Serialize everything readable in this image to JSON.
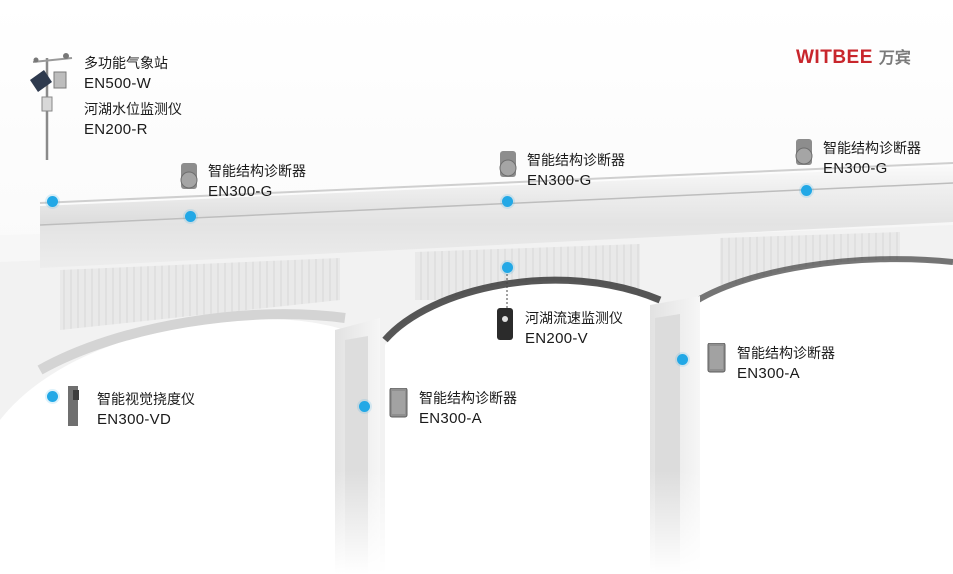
{
  "brand": {
    "logo_text": "WITBEE",
    "logo_cn": "万宾",
    "color": "#c8262c"
  },
  "accent_color": "#22a8e6",
  "sensors": [
    {
      "id": "weather",
      "name": "多功能气象站",
      "model": "EN500-W",
      "icon": "weather-station-icon"
    },
    {
      "id": "water-level",
      "name": "河湖水位监测仪",
      "model": "EN200-R",
      "icon": "water-level-sensor-icon"
    },
    {
      "id": "deck-left",
      "name": "智能结构诊断器",
      "model": "EN300-G",
      "icon": "gnss-sensor-icon"
    },
    {
      "id": "deck-middle",
      "name": "智能结构诊断器",
      "model": "EN300-G",
      "icon": "gnss-sensor-icon"
    },
    {
      "id": "deck-right",
      "name": "智能结构诊断器",
      "model": "EN300-G",
      "icon": "gnss-sensor-icon"
    },
    {
      "id": "flow",
      "name": "河湖流速监测仪",
      "model": "EN200-V",
      "icon": "flow-meter-icon"
    },
    {
      "id": "pier-right",
      "name": "智能结构诊断器",
      "model": "EN300-A",
      "icon": "accelerometer-box-icon"
    },
    {
      "id": "pier-middle",
      "name": "智能结构诊断器",
      "model": "EN300-A",
      "icon": "accelerometer-box-icon"
    },
    {
      "id": "deflection",
      "name": "智能视觉挠度仪",
      "model": "EN300-VD",
      "icon": "vision-deflection-camera-icon"
    }
  ]
}
